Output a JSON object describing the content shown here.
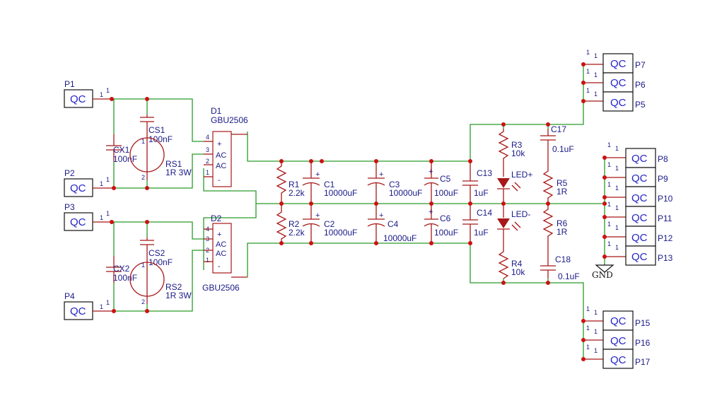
{
  "parts": {
    "P1": "P1",
    "P2": "P2",
    "P3": "P3",
    "P4": "P4",
    "P5": "P5",
    "P6": "P6",
    "P7": "P7",
    "P8": "P8",
    "P9": "P9",
    "P10": "P10",
    "P11": "P11",
    "P12": "P12",
    "P13": "P13",
    "P15": "P15",
    "P16": "P16",
    "P17": "P17",
    "CX1": "CX1",
    "CX1_val": "100nF",
    "CS1": "CS1",
    "CS1_val": "100nF",
    "RS1": "RS1",
    "RS1_val": "1R 3W",
    "CX2": "CX2",
    "CX2_val": "100nF",
    "CS2": "CS2",
    "CS2_val": "100nF",
    "RS2": "RS2",
    "RS2_val": "1R 3W",
    "D1": "D1",
    "D1_val": "GBU2506",
    "D2": "D2",
    "D2_val": "GBU2506",
    "R1": "R1",
    "R1_val": "2.2k",
    "R2": "R2",
    "R2_val": "2.2k",
    "C1": "C1",
    "C1_val": "10000uF",
    "C2": "C2",
    "C2_val": "10000uF",
    "C3": "C3",
    "C3_val": "10000uF",
    "C4": "C4",
    "C4_val": "10000uF",
    "C5": "C5",
    "C5_val": "100uF",
    "C6": "C6",
    "C6_val": "100uF",
    "C13": "C13",
    "C13_val": "1uF",
    "C14": "C14",
    "C14_val": "1uF",
    "R3": "R3",
    "R3_val": "10k",
    "R4": "R4",
    "R4_val": "10k",
    "LEDp": "LED+",
    "LEDm": "LED-",
    "C17": "C17",
    "C17_val": "0.1uF",
    "C18": "C18",
    "C18_val": "0.1uF",
    "R5": "R5",
    "R5_val": "1R",
    "R6": "R6",
    "R6_val": "1R",
    "GND": "GND"
  },
  "labels": {
    "connector_value": "QC",
    "pin1": "1",
    "pin2": "2",
    "pin3": "3",
    "pin4": "4",
    "plus": "+",
    "minus": "-",
    "ac": "AC"
  },
  "colors": {
    "wire": "#2a9a2a",
    "symbol": "#a81818",
    "text": "#1a1a88",
    "junction": "#cc1111"
  }
}
